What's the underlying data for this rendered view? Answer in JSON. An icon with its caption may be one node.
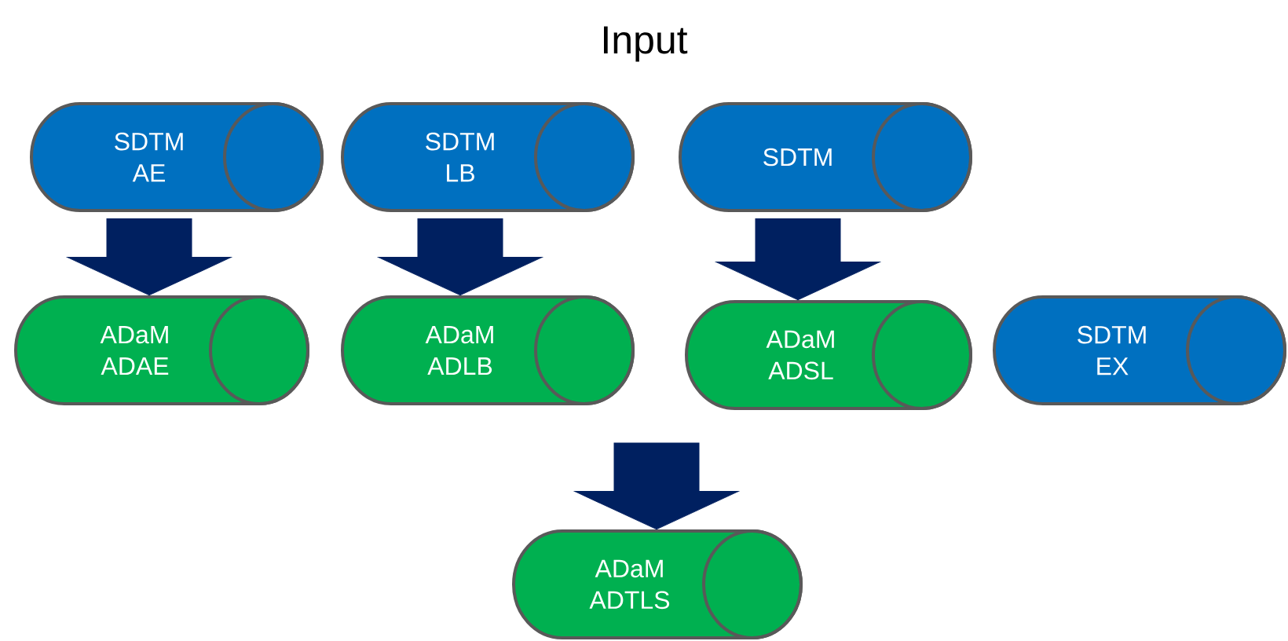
{
  "diagram": {
    "title": "Input",
    "nodes": [
      {
        "text": [
          "SDTM AE"
        ]
      },
      {
        "text": [
          "SDTM LB"
        ]
      },
      {
        "text": [
          "SDTM"
        ]
      },
      {
        "text": [
          "ADaM ADAE"
        ]
      },
      {
        "text": [
          "ADaM ADLB"
        ]
      },
      {
        "text": [
          "ADaM ADSL"
        ]
      },
      {
        "text": [
          "SDTM EX"
        ]
      },
      {
        "text": [
          "ADaM ADTLS"
        ]
      }
    ],
    "edges": [
      {
        "from": 0,
        "to": 3,
        "arrow": "to"
      },
      {
        "from": 1,
        "to": 4,
        "arrow": "to"
      },
      {
        "from": 2,
        "to": 5,
        "arrow": "to"
      },
      {
        "from": null,
        "to": 7,
        "arrow": "to"
      }
    ]
  }
}
